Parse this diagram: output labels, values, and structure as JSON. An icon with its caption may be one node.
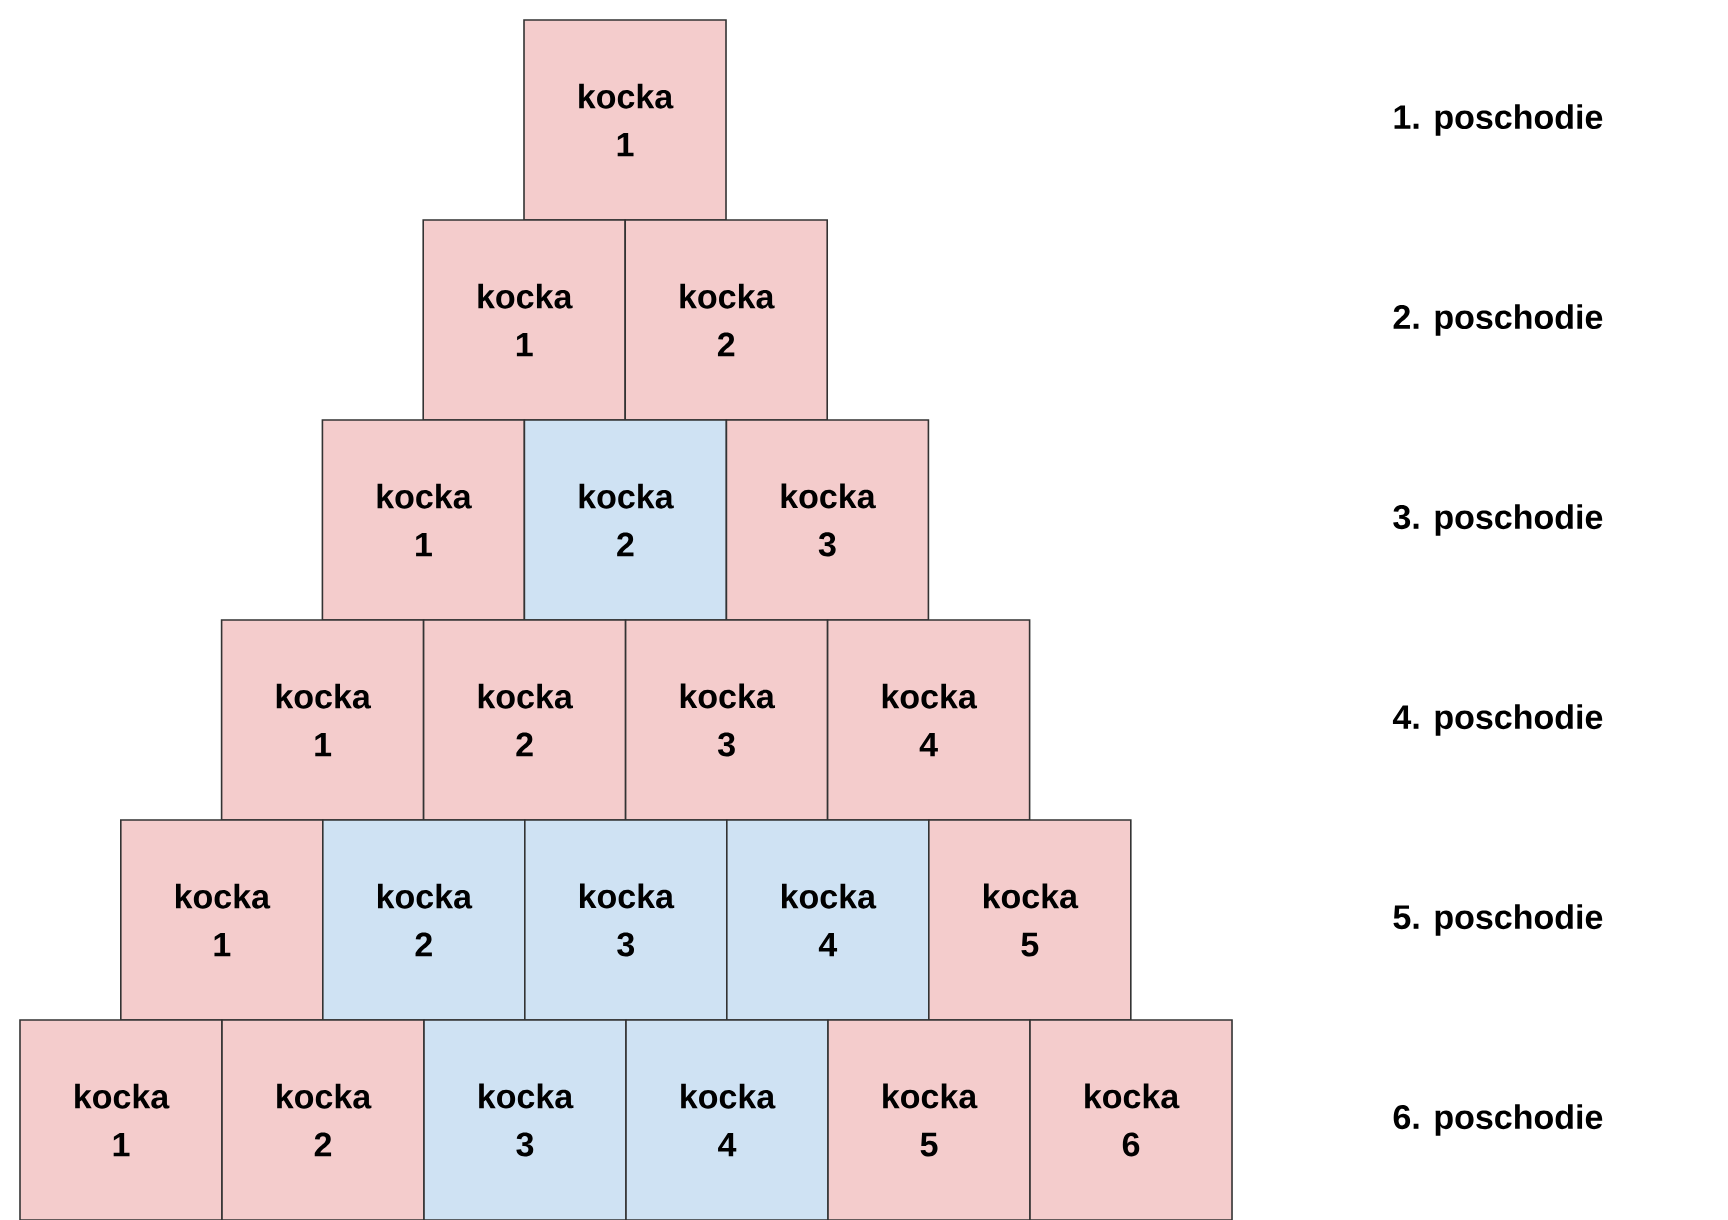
{
  "diagram": {
    "nodes": [
      {
        "text": [
          "kocka 1"
        ]
      },
      {
        "text": [
          "kocka 1"
        ]
      },
      {
        "text": [
          "kocka 2"
        ]
      },
      {
        "text": [
          "kocka 1"
        ]
      },
      {
        "text": [
          "kocka 2"
        ]
      },
      {
        "text": [
          "kocka 3"
        ]
      },
      {
        "text": [
          "kocka 1"
        ]
      },
      {
        "text": [
          "kocka 2"
        ]
      },
      {
        "text": [
          "kocka 3"
        ]
      },
      {
        "text": [
          "kocka 4"
        ]
      },
      {
        "text": [
          "kocka 1"
        ]
      },
      {
        "text": [
          "kocka 2"
        ]
      },
      {
        "text": [
          "kocka 3"
        ]
      },
      {
        "text": [
          "kocka 4"
        ]
      },
      {
        "text": [
          "kocka 5"
        ]
      },
      {
        "text": [
          "kocka 1"
        ]
      },
      {
        "text": [
          "kocka 2"
        ]
      },
      {
        "text": [
          "kocka 3"
        ]
      },
      {
        "text": [
          "kocka 4"
        ]
      },
      {
        "text": [
          "kocka 5"
        ]
      },
      {
        "text": [
          "kocka 6"
        ]
      }
    ],
    "labels": [
      "1. poschodie",
      "2. poschodie",
      "3. poschodie",
      "4. poschodie",
      "5. poschodie",
      "6. poschodie"
    ]
  }
}
